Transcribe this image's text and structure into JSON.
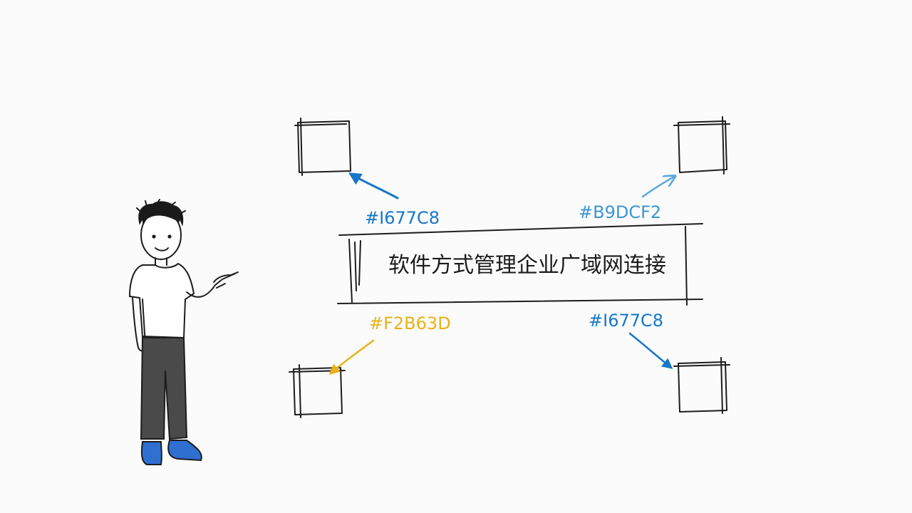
{
  "title": "软件方式管理企业广域网连接",
  "labels": {
    "top_left": "#I677C8",
    "top_right": "#B9DCF2",
    "bottom_left": "#F2B63D",
    "bottom_right": "#I677C8"
  },
  "colors": {
    "dark_blue": "#1677C8",
    "light_blue": "#5BA8DC",
    "yellow": "#E9B21A",
    "ink": "#1d1d1d",
    "shoe_blue": "#2f6fd0",
    "pants": "#4a4a4a"
  },
  "figure": {
    "icon": "presenter-person-pointing-icon"
  }
}
